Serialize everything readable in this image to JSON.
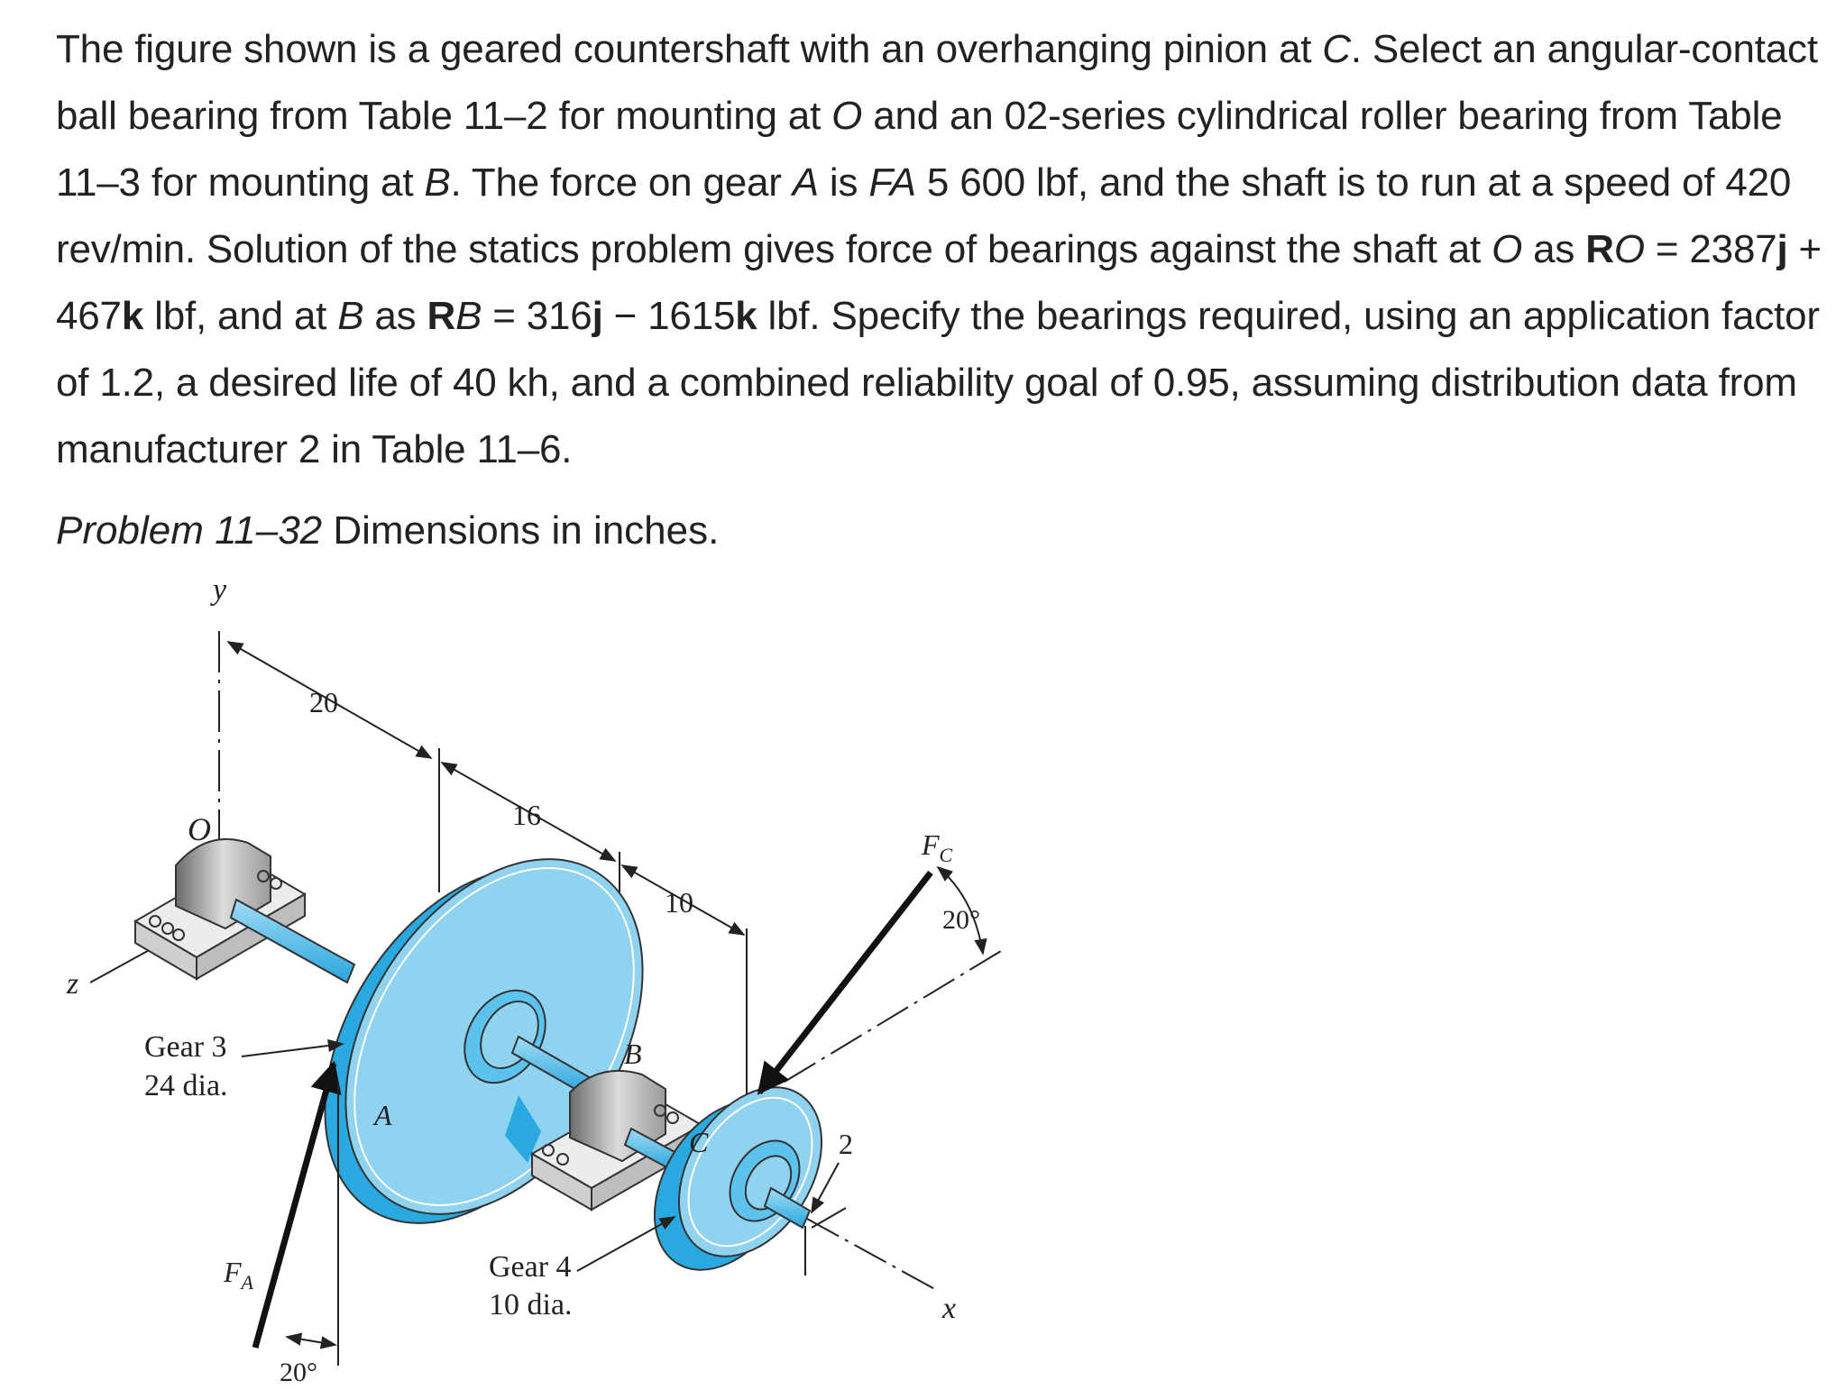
{
  "problem": {
    "s1": "The figure shown is a geared countershaft with an overhanging pinion at ",
    "C": "C",
    "s2": ". Select an angular-contact ball bearing from Table 11–2 for mounting at ",
    "O": "O",
    "s3": " and an 02-series cylindrical roller bearing from Table 11–3 for mounting at ",
    "B": "B",
    "s4": ". The force on gear ",
    "A": "A",
    "s5": " is ",
    "FA": "FA",
    "s6": " 5 600 lbf, and the shaft is to run at a speed of 420 rev/min. Solution of the statics problem gives force of bearings against the shaft at ",
    "O2": "O",
    "s7": " as ",
    "R1": "R",
    "O3": "O",
    "s8": " = 2387",
    "j1": "j",
    "s9": " + 467",
    "k1": "k",
    "s10": " lbf, and at ",
    "B2": "B",
    "s11": " as ",
    "R2": "R",
    "B3": "B",
    "s12": " = 316",
    "j2": "j",
    "s13": " − 1615",
    "k2": "k",
    "s14": " lbf. Specify the bearings required, using an application factor of 1.2, a desired life of 40 kh, and a combined reliability goal of 0.95, assuming distribution data from manufacturer 2 in Table 11–6."
  },
  "caption": {
    "problem_label": "Problem 11–32",
    "rest": " Dimensions in inches."
  },
  "figure": {
    "axis_y": "y",
    "axis_z": "z",
    "axis_x": "x",
    "label_O": "O",
    "label_A": "A",
    "label_B": "B",
    "label_C": "C",
    "dim_20": "20",
    "dim_16": "16",
    "dim_10": "10",
    "dim_2": "2",
    "angle_c": "20°",
    "angle_a": "20°",
    "gear3_line1": "Gear 3",
    "gear3_line2": "24 dia.",
    "gear4_line1": "Gear 4",
    "gear4_line2": "10 dia.",
    "fc_main": "F",
    "fc_sub": "C",
    "fa_main": "F",
    "fa_sub": "A",
    "colors": {
      "gear_fill": "#8fd3f0",
      "gear_dark": "#29a9df",
      "housing": "#b9b9b9",
      "base": "#e6e6e6"
    }
  }
}
